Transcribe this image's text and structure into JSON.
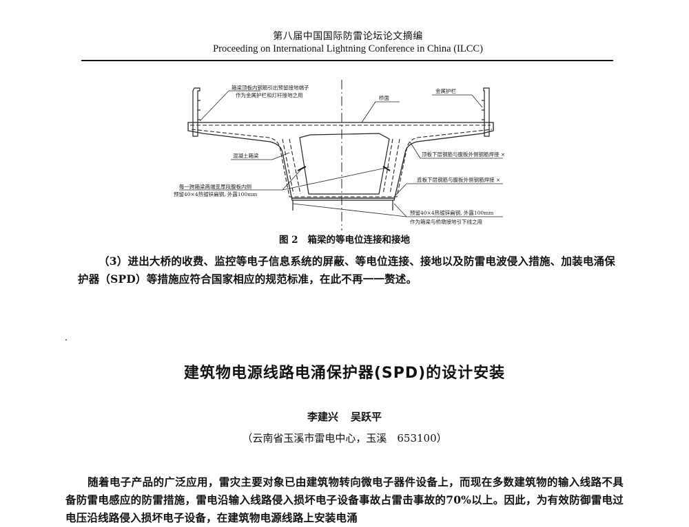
{
  "running_head": {
    "chinese": "第八届中国国际防雷论坛论文摘编",
    "english": "Proceeding on International Lightning Conference in China (ILCC)"
  },
  "figure": {
    "labels": {
      "top_left_line1": "箱梁顶板内钢筋引出预留接地端子",
      "top_left_line2": "作为金属护栏和灯杆接地之用",
      "deck": "桥面",
      "guardrail": "金属护栏",
      "concrete_box_girder": "混凝土箱梁",
      "top_slab_weld": "顶板下层钢筋与腹板外侧钢筋焊接",
      "bottom_slab_weld": "底板下层钢筋与腹板外侧钢筋焊接",
      "weld_symbol": "⨯",
      "left_note_line1": "每一跨箱梁两端变厚段腹板内侧",
      "left_note_line2": "预留40×4热镀锌扁钢, 外露100mm",
      "bottom_note_line1": "预留40×4热镀锌扁钢, 外露100mm",
      "bottom_note_line2": "作为箱梁与桥墩接地引下线之用"
    },
    "caption": {
      "number": "图 2",
      "text": "箱梁的等电位连接和接地"
    }
  },
  "paragraph1": {
    "text": "（3）进出大桥的收费、监控等电子信息系统的屏蔽、等电位连接、接地以及防雷电波侵入措施、加装电涌保护器（SPD）等措施应符合国家相应的规范标准，在此不再一一赘述。"
  },
  "article": {
    "title": "建筑物电源线路电涌保护器(SPD)的设计安装",
    "authors": [
      "李建兴",
      "吴跃平"
    ],
    "affiliation": "（云南省玉溪市雷电中心，玉溪　653100）",
    "body": "随着电子产品的广泛应用，雷灾主要对象已由建筑物转向微电子器件设备上，而现在多数建筑物的输入线路不具备防雷电感应的防雷措施，雷电沿输入线路侵入损坏电子设备事故占雷击事故的70%以上。因此，为有效防御雷电过电压沿线路侵入损坏电子设备，在建筑物电源线路上安装电涌"
  }
}
